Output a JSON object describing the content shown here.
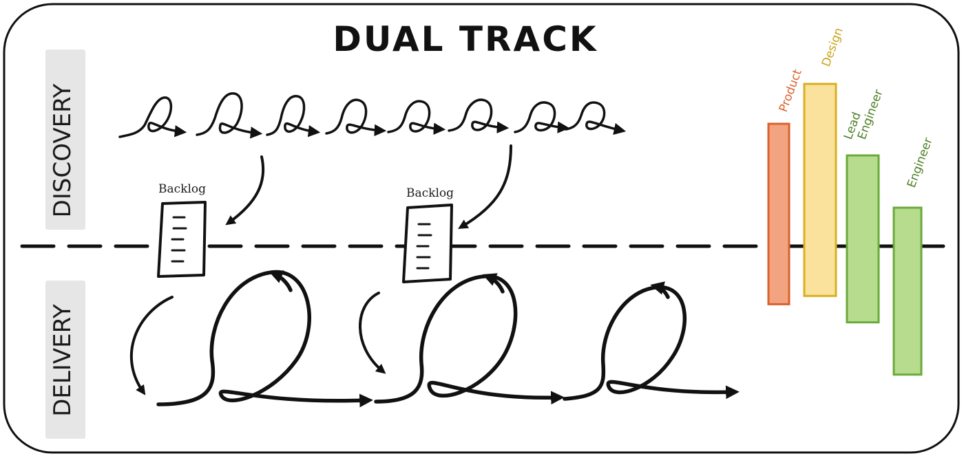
{
  "title": "DUAL TRACK",
  "tracks": {
    "discovery": "DISCOVERY",
    "delivery": "DELIVERY"
  },
  "backlogs": [
    {
      "label": "Backlog"
    },
    {
      "label": "Backlog"
    }
  ],
  "roles": [
    {
      "label": "Product",
      "level": 0.4,
      "color": "#f2a37f",
      "stroke": "#d9622e",
      "text_color": "#d9622e"
    },
    {
      "label": "Design",
      "level": 0.47,
      "color": "#fbe29c",
      "stroke": "#d7b021",
      "text_color": "#c9a419"
    },
    {
      "label": "Lead Engineer",
      "label_lines": [
        "Lead",
        "Engineer"
      ],
      "level": 0.37,
      "color": "#b7dc8e",
      "stroke": "#6aaa3a",
      "text_color": "#4e7f26"
    },
    {
      "label": "Engineer",
      "level": 0.37,
      "color": "#b7dc8e",
      "stroke": "#6aaa3a",
      "text_color": "#4e7f26"
    }
  ]
}
